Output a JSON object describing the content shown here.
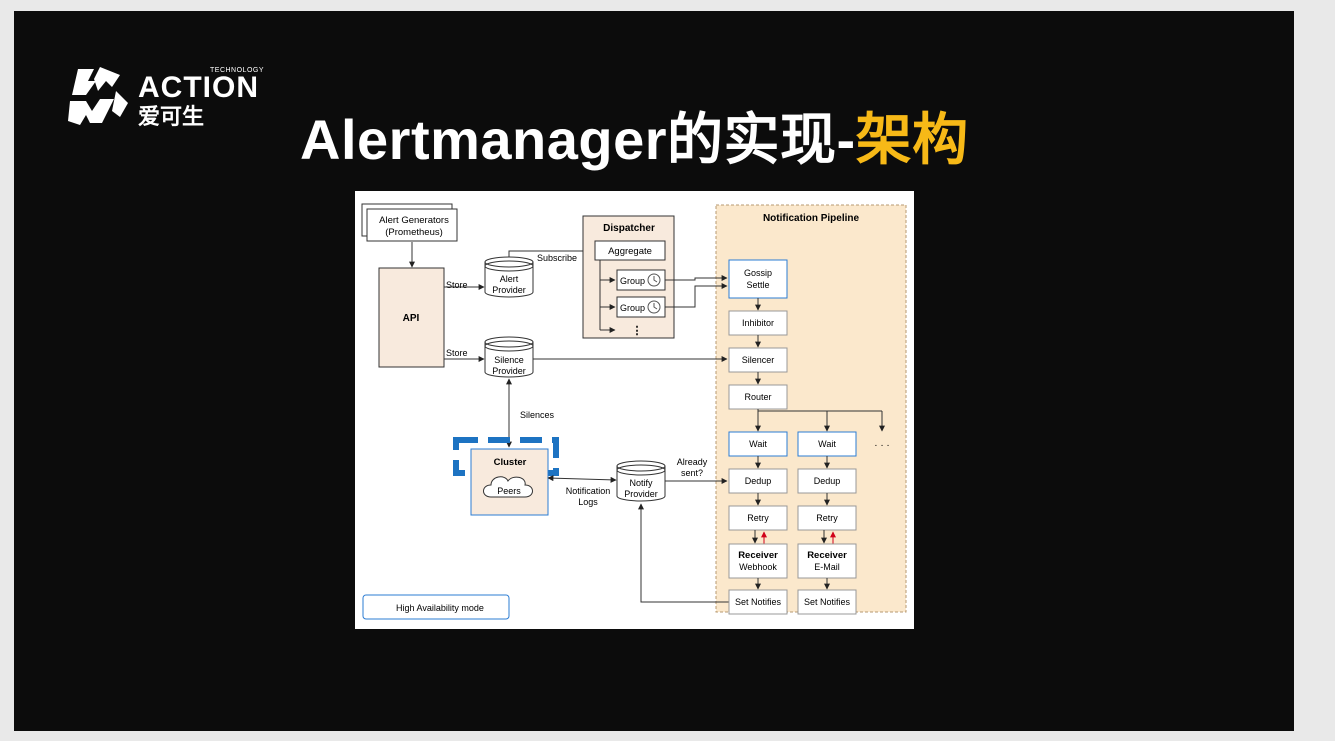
{
  "logo": {
    "brand": "ACTION",
    "tagline": "TECHNOLOGY",
    "cn_name": "爱可生",
    "brand_color": "#f7b917"
  },
  "title": {
    "main": "Alertmanager的实现-",
    "accent": "架构",
    "accent_color": "#f7b917"
  },
  "diagram": {
    "alert_generators": [
      "Alert Generators",
      "(Prometheus)"
    ],
    "api": "API",
    "store_1": "Store",
    "store_2": "Store",
    "alert_provider": [
      "Alert",
      "Provider"
    ],
    "silence_provider": [
      "Silence",
      "Provider"
    ],
    "subscribe": "Subscribe",
    "dispatcher": "Dispatcher",
    "aggregate": "Aggregate",
    "group_1": "Group",
    "group_2": "Group",
    "dispatcher_more": "⋮",
    "silences": "Silences",
    "cluster": "Cluster",
    "peers": "Peers",
    "notification_logs": [
      "Notification",
      "Logs"
    ],
    "notify_provider": [
      "Notify",
      "Provider"
    ],
    "already_sent": [
      "Already",
      "sent?"
    ],
    "ha_mode": "High Availability mode",
    "pipeline_title": "Notification Pipeline",
    "gossip_settle": [
      "Gossip",
      "Settle"
    ],
    "inhibitor": "Inhibitor",
    "silencer": "Silencer",
    "router": "Router",
    "wait_1": "Wait",
    "wait_2": "Wait",
    "routes_more": "· · ·",
    "dedup_1": "Dedup",
    "dedup_2": "Dedup",
    "retry_1": "Retry",
    "retry_2": "Retry",
    "receiver_1_title": "Receiver",
    "receiver_1_name": "Webhook",
    "receiver_2_title": "Receiver",
    "receiver_2_name": "E-Mail",
    "set_notifies_1": "Set Notifies",
    "set_notifies_2": "Set Notifies",
    "colors": {
      "node_fill": "#f8eadd",
      "pipeline_fill": "#fbe8cc",
      "highlight_border": "#2b7cd3",
      "cluster_accent": "#1d73c2",
      "retry_arrow": "#d0021b"
    }
  }
}
